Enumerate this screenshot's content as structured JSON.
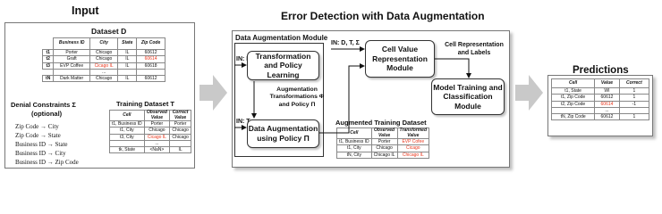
{
  "headings": {
    "input": "Input",
    "error_detection": "Error Detection with Data Augmentation",
    "predictions": "Predictions"
  },
  "dataset_d": {
    "title": "Dataset D",
    "columns": [
      "",
      "Business ID",
      "City",
      "State",
      "Zip Code"
    ],
    "rows": [
      [
        "t1",
        "Porter",
        "Chicago",
        "IL",
        "60612"
      ],
      [
        "t2",
        "Graft",
        "Chicago",
        "IL",
        "60614"
      ],
      [
        "t3",
        "EVP Coffee",
        "Cicago IL",
        "IL",
        "60618"
      ]
    ],
    "ellipsis": "...",
    "last_row": [
      "tN",
      "Dark Matter",
      "Chicago",
      "IL",
      "60612"
    ]
  },
  "denial_constraints": {
    "title_line1": "Denial Constraints Σ",
    "title_line2": "(optional)",
    "items": [
      "Zip Code → City",
      "Zip Code → State",
      "Business ID → State",
      "Business ID → City",
      "Business ID → Zip Code"
    ]
  },
  "training_dataset": {
    "title": "Training Dataset T",
    "columns": [
      "Cell",
      "Observed Value",
      "Correct Value"
    ],
    "rows": [
      [
        "t1, Business ID",
        "Porter",
        "Porter"
      ],
      [
        "t1, City",
        "Chicago",
        "Chicago"
      ],
      [
        "t3, City",
        "Cicago IL",
        "Chicago"
      ]
    ],
    "ellipsis": "...",
    "last_row": [
      "tk, State",
      "<NaN>",
      "IL"
    ]
  },
  "module": {
    "title": "Data Augmentation Module",
    "in_d": "IN: D",
    "in_t": "IN: T",
    "transformation_box": "Transformation and Policy Learning",
    "augmentation_label_line1": "Augmentation",
    "augmentation_label_line2": "Transformations Φ",
    "augmentation_label_line3": "and Policy Π",
    "data_augmentation_box": "Data Augmentation using Policy  Π"
  },
  "right_section": {
    "in_dtsigma": "IN: D, T, Σ",
    "cell_value_box": "Cell Value Representation Module",
    "cell_repr_label_line1": "Cell Representation",
    "cell_repr_label_line2": "and Labels",
    "model_box": "Model Training and Classification Module",
    "augmented_title": "Augmented Training Dataset"
  },
  "augmented_dataset": {
    "columns": [
      "Cell",
      "Observed Value",
      "Transformed Value"
    ],
    "rows": [
      [
        "t1, Business ID",
        "Porter",
        "EVP Cofee"
      ],
      [
        "t1, City",
        "Chicago",
        "Cicago"
      ],
      [
        "tN, City",
        "Chicago IL",
        "Chicago IL"
      ]
    ]
  },
  "predictions": {
    "columns": [
      "Cell",
      "Value",
      "Correct"
    ],
    "rows": [
      [
        "t1, State",
        "WI",
        "1"
      ],
      [
        "t1, Zip Code",
        "60612",
        "1"
      ],
      [
        "t2, Zip Code",
        "60614",
        "-1"
      ]
    ],
    "ellipsis": "...",
    "last_row": [
      "tN, Zip Code",
      "60612",
      "1"
    ]
  },
  "colors": {
    "error_red": "#e8361c",
    "block_arrow": "#c9c9c9"
  }
}
